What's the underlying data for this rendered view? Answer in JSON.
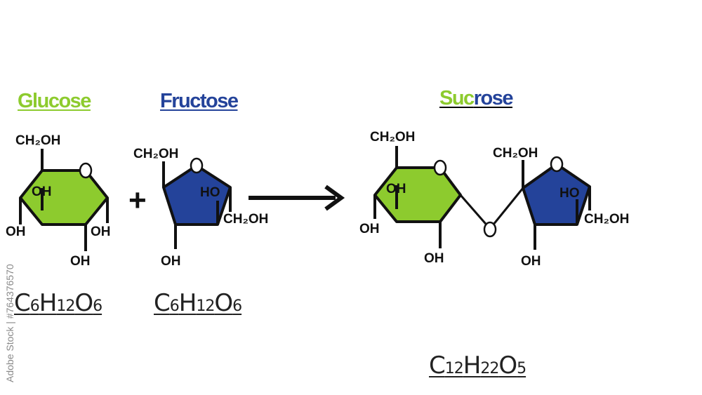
{
  "colors": {
    "glucose": "#8dcb2e",
    "fructose": "#24439a",
    "ink": "#111111"
  },
  "titles": {
    "glucose": "Glucose",
    "fructose": "Fructose",
    "sucrose_part1": "Suc",
    "sucrose_part2": "rose"
  },
  "formulas": {
    "glucose": {
      "c": "C",
      "c_n": "6",
      "h": "H",
      "h_n": "12",
      "o": "O",
      "o_n": "6"
    },
    "fructose": {
      "c": "C",
      "c_n": "6",
      "h": "H",
      "h_n": "12",
      "o": "O",
      "o_n": "6"
    },
    "sucrose": {
      "c": "C",
      "c_n": "12",
      "h": "H",
      "h_n": "22",
      "o": "O",
      "o_n": "5"
    }
  },
  "labels": {
    "ch2oh": "CH₂OH",
    "oh": "OH",
    "ho": "HO"
  },
  "operator": "+",
  "watermark": "Adobe Stock | #764376570"
}
